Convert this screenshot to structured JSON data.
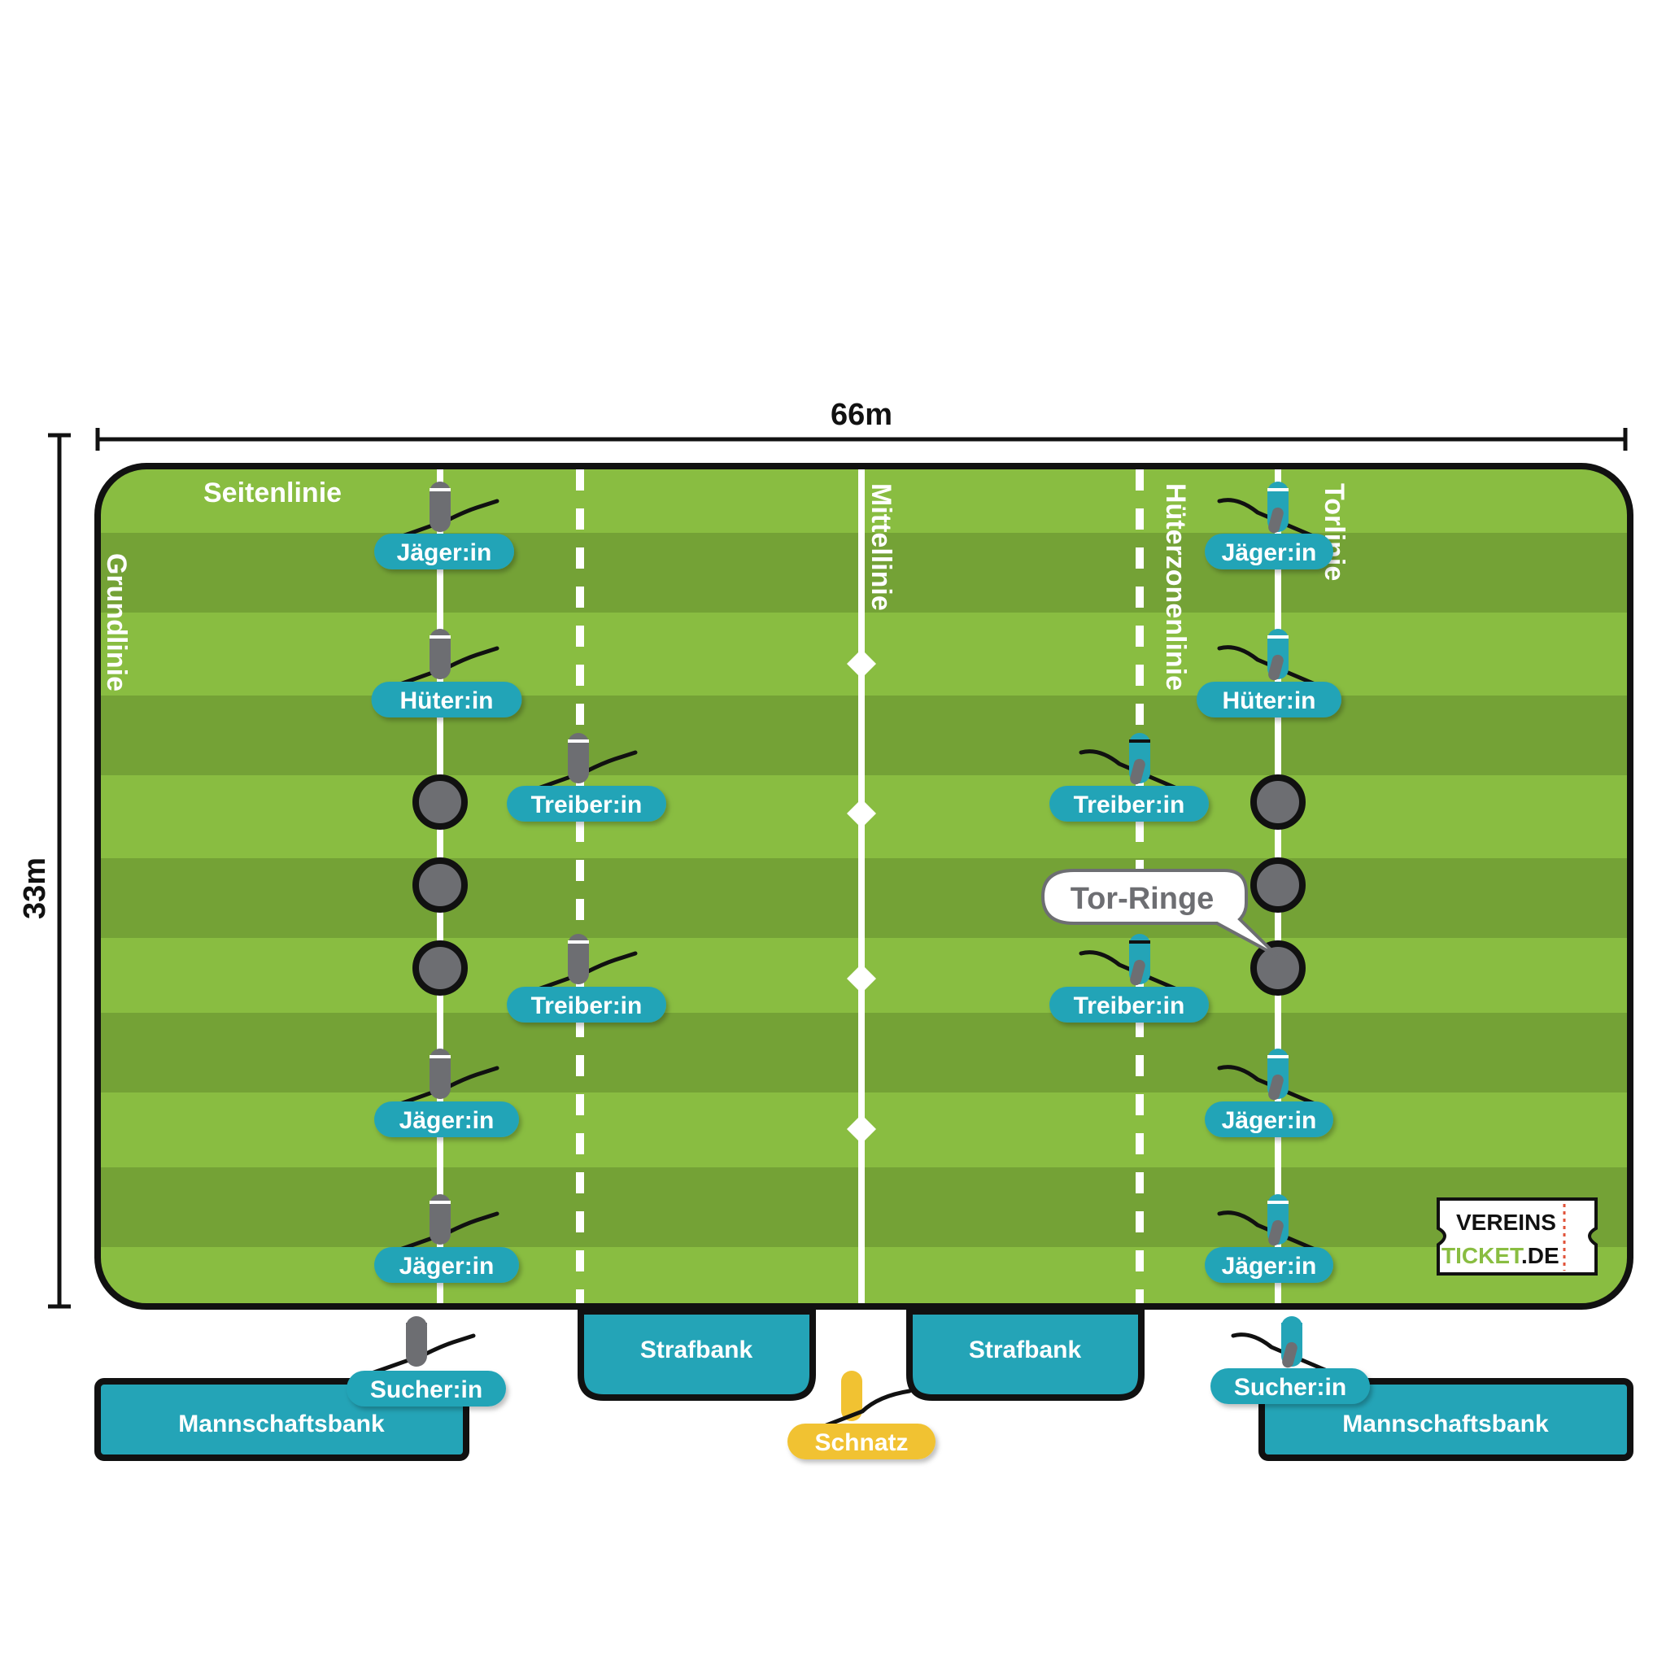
{
  "dimensions": {
    "width_label": "66m",
    "height_label": "33m"
  },
  "field_lines": {
    "sideline": "Seitenlinie",
    "baseline": "Grundlinie",
    "midline": "Mittellinie",
    "keeper_zone_line": "Hüterzonenlinie",
    "goal_line": "Torlinie"
  },
  "colors": {
    "pitch_light": "#89bd41",
    "pitch_dark": "#74a236",
    "team_label_bg": "#24a4b7",
    "team_left": "#6d6e72",
    "team_right": "#24a4b7",
    "snitch": "#f1c232",
    "outline": "#111111"
  },
  "players": {
    "left": {
      "chaser_1": "Jäger:in",
      "keeper": "Hüter:in",
      "beater_1": "Treiber:in",
      "beater_2": "Treiber:in",
      "chaser_2": "Jäger:in",
      "chaser_3": "Jäger:in",
      "seeker": "Sucher:in"
    },
    "right": {
      "chaser_1": "Jäger:in",
      "keeper": "Hüter:in",
      "beater_1": "Treiber:in",
      "beater_2": "Treiber:in",
      "chaser_2": "Jäger:in",
      "chaser_3": "Jäger:in",
      "seeker": "Sucher:in"
    }
  },
  "goal_hoops_label": "Tor-Ringe",
  "benches": {
    "penalty_left": "Strafbank",
    "penalty_right": "Strafbank",
    "team_left": "Mannschaftsbank",
    "team_right": "Mannschaftsbank"
  },
  "snitch": "Schnatz",
  "logo": {
    "line1": "VEREINS",
    "line2a": "TICKET",
    "line2b": ".DE"
  }
}
